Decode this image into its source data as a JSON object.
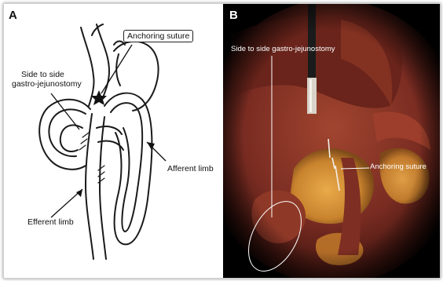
{
  "panels": [
    {
      "letter": "A",
      "labels": {
        "anchoring_suture": "Anchoring suture",
        "side_to_side_line1": "Side to side",
        "side_to_side_line2": "gastro-jejunostomy",
        "afferent_limb": "Afferent limb",
        "efferent_limb": "Efferent limb"
      }
    },
    {
      "letter": "B",
      "labels": {
        "side_to_side": "Side to side gastro-jejunostomy",
        "anchoring_suture": "Anchoring suture"
      }
    }
  ],
  "colors": {
    "panel_b_background": "#000000",
    "tissue": "#7a2c22",
    "fat": "#c9832e",
    "label_text_b": "#ffffff"
  }
}
